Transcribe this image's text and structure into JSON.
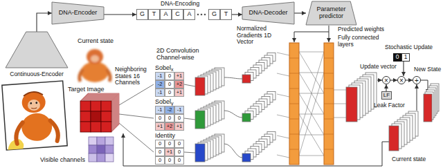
{
  "diagram": {
    "nodes": [
      {
        "text": [
          "Continuous-Encoder"
        ]
      },
      {
        "text": [
          "DNA-Encoder"
        ]
      },
      {
        "text": [
          "G"
        ]
      },
      {
        "text": [
          "T"
        ]
      },
      {
        "text": [
          "A"
        ]
      },
      {
        "text": [
          "C"
        ]
      },
      {
        "text": [
          "A"
        ]
      },
      {
        "text": [
          "G"
        ]
      },
      {
        "text": [
          "T"
        ]
      },
      {
        "text": [
          "DNA-Decoder"
        ]
      },
      {
        "text": [
          "Parameter predictor"
        ]
      },
      {
        "text": [
          "0"
        ]
      },
      {
        "text": [
          "1"
        ]
      },
      {
        "text": [
          "×"
        ]
      },
      {
        "text": [
          "×"
        ]
      },
      {
        "text": [
          "+"
        ]
      },
      {
        "text": [
          "LF"
        ]
      }
    ],
    "edges": [
      {
        "from": 0,
        "to": 1,
        "arrow": "to"
      },
      {
        "from": 1,
        "to": 2,
        "arrow": "to"
      },
      {
        "from": 8,
        "to": 9,
        "arrow": "to"
      },
      {
        "from": 9,
        "to": 10,
        "arrow": "to"
      },
      {
        "from": 12,
        "to": 14,
        "arrow": "to"
      },
      {
        "from": 16,
        "to": 13,
        "arrow": "to"
      },
      {
        "from": 13,
        "to": 14,
        "arrow": "to"
      },
      {
        "from": 14,
        "to": 15,
        "arrow": "to"
      }
    ],
    "labels": [
      "DNA-Encoding",
      "Current state",
      "Target Image",
      "Neighboring States 16 Channels",
      "Visible channels",
      "2D Convolution Channel-wise",
      "Sobel",
      "x",
      "-1",
      "0",
      "+1",
      "-2",
      "0",
      "+2",
      "-1",
      "0",
      "+1",
      "Sobel",
      "y",
      "-1",
      "-2",
      "-1",
      "0",
      "0",
      "0",
      "+1",
      "+2",
      "+1",
      "Identity",
      "0",
      "0",
      "0",
      "0",
      "+1",
      "0",
      "0",
      "0",
      "0",
      "Normalized Gradients 1D Vector",
      "Predicted weights",
      "Fully connected layers",
      "Update vector",
      "Stochastic Update",
      "Leak Factor",
      "New State",
      "Current state"
    ]
  }
}
